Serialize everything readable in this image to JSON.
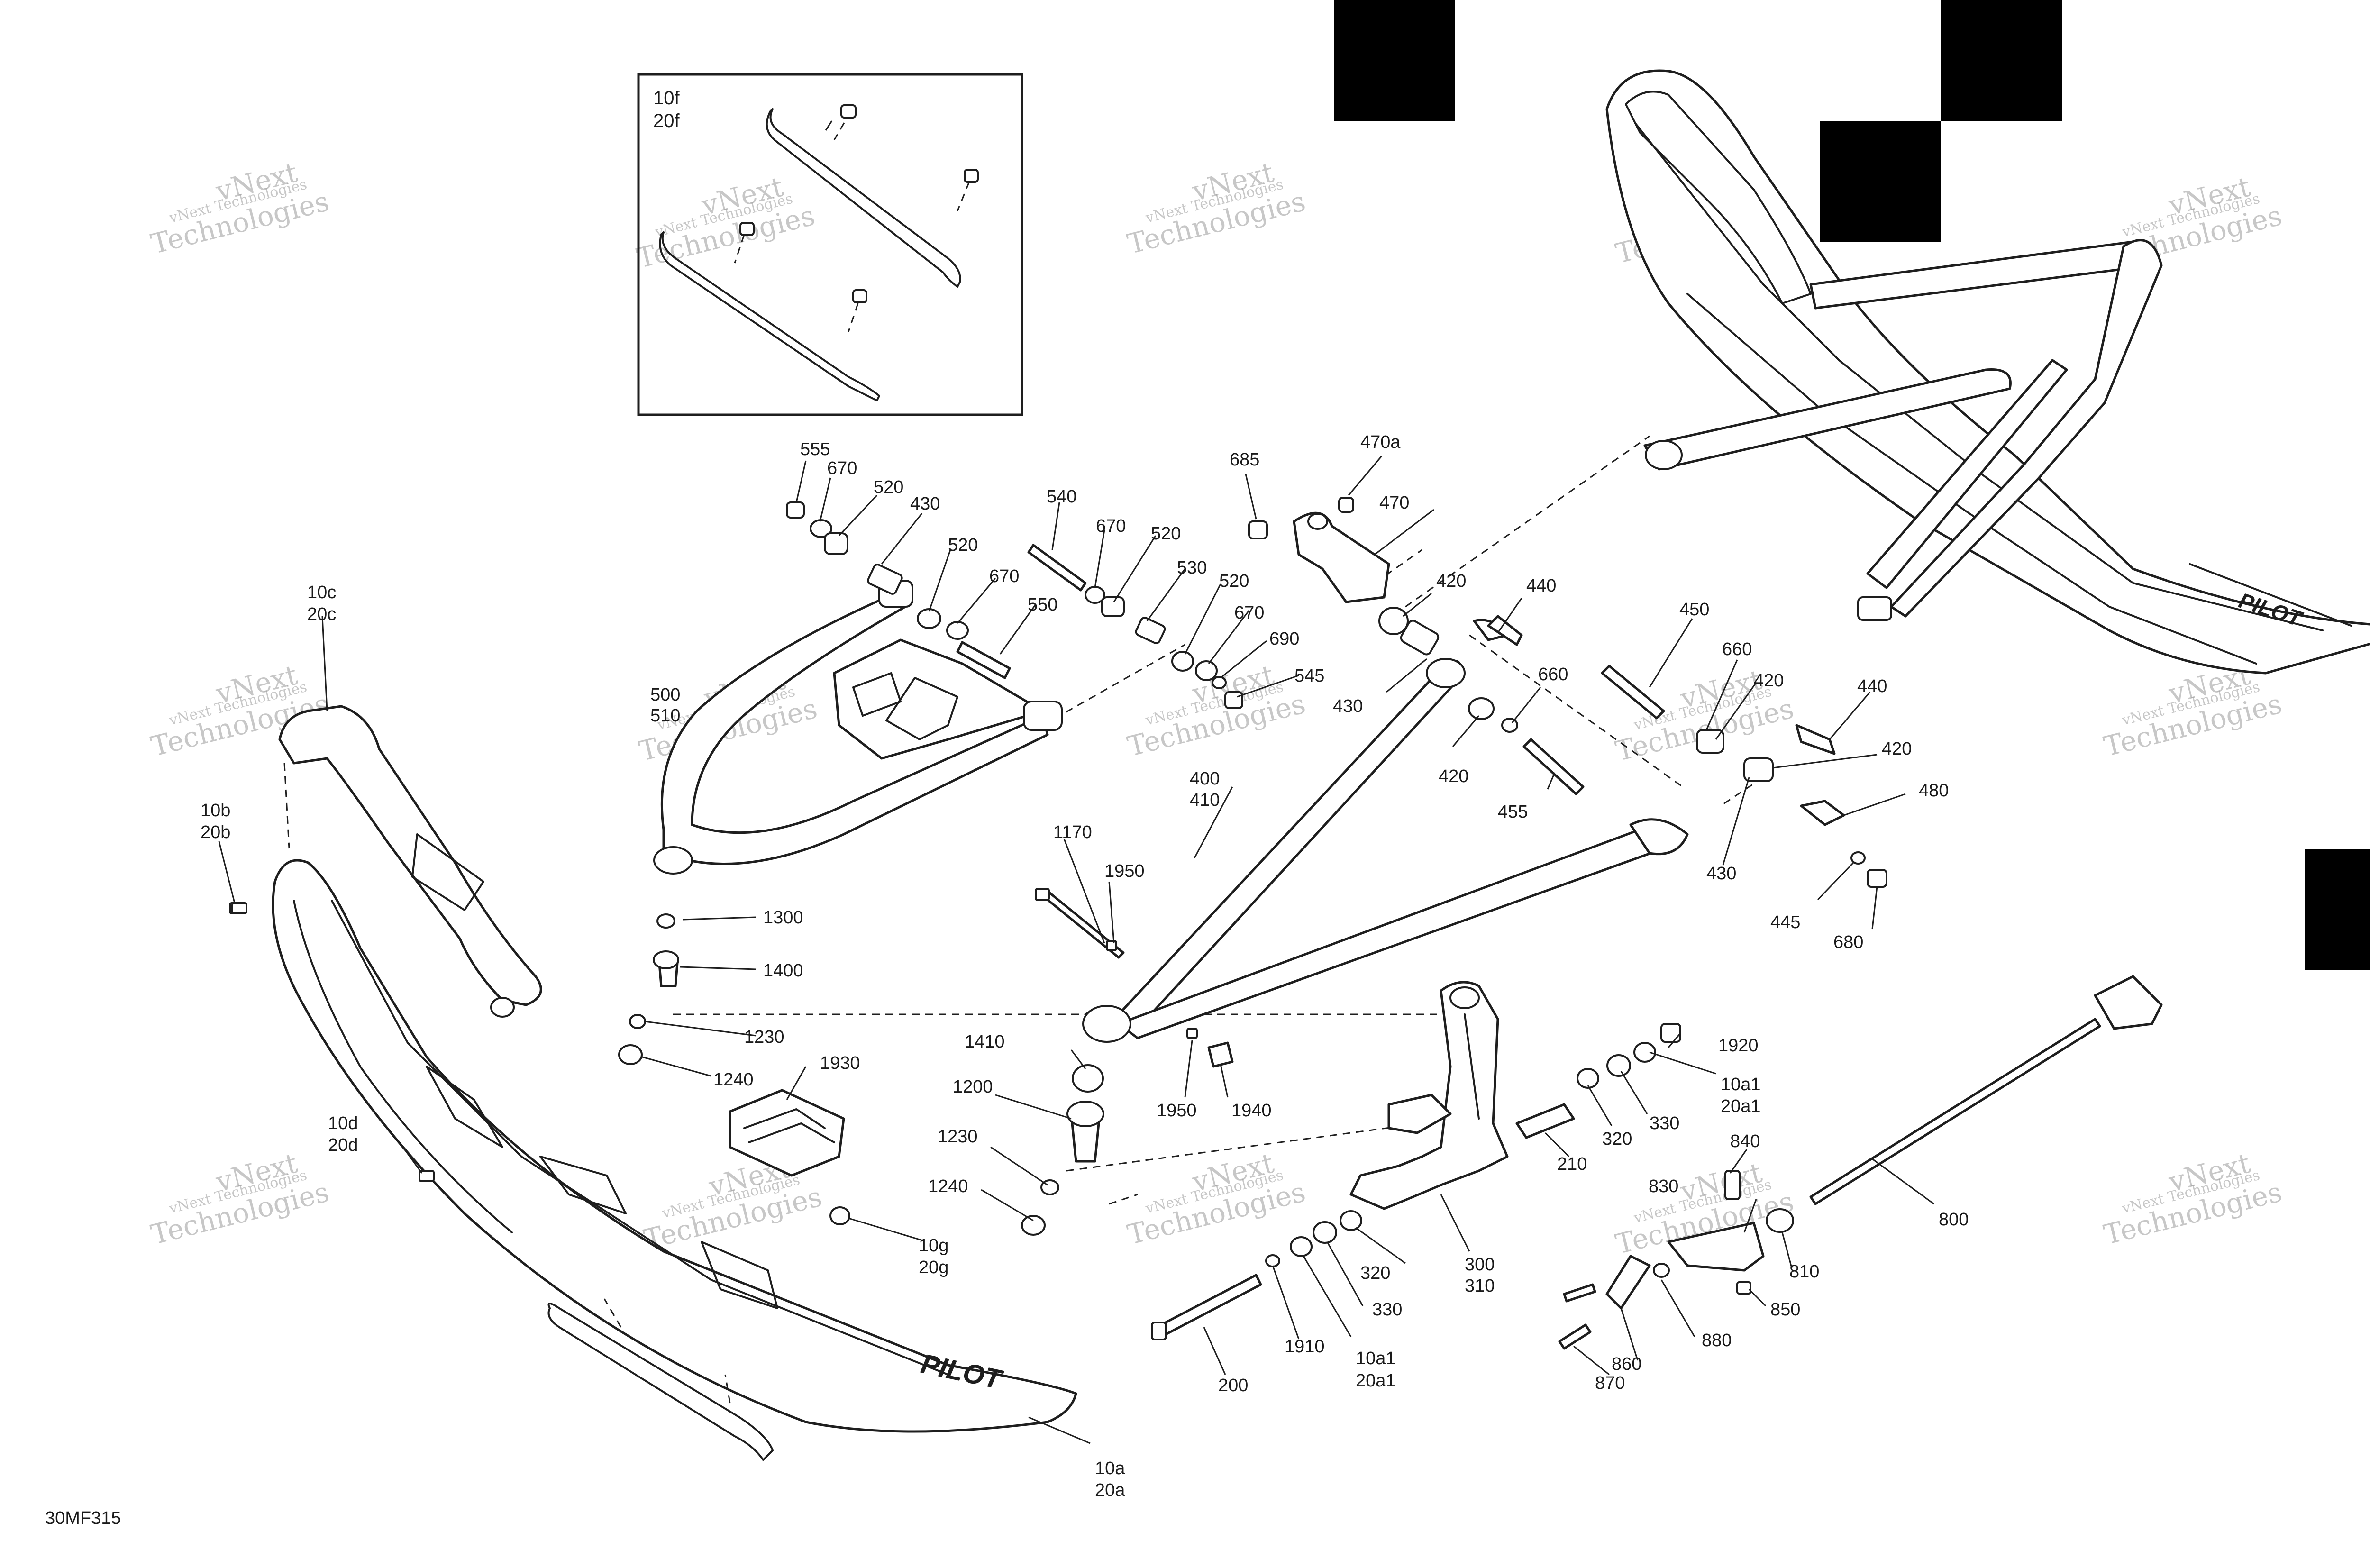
{
  "figure_code": "30MF315",
  "watermark": {
    "line1": "vNext",
    "line2": "Technologies",
    "combined": "vNext Technologies"
  },
  "inset_labels": [
    "10f",
    "20f"
  ],
  "callouts": {
    "c555": "555",
    "c670a": "670",
    "c520a": "520",
    "c430a": "430",
    "c520b": "520",
    "c670b": "670",
    "c550": "550",
    "c540": "540",
    "c670c": "670",
    "c520c": "520",
    "c530": "530",
    "c520d": "520",
    "c670d": "670",
    "c690": "690",
    "c545": "545",
    "c685": "685",
    "c470a": "470a",
    "c470": "470",
    "c420a": "420",
    "c440a": "440",
    "c430b": "430",
    "c420b": "420",
    "c660a": "660",
    "c455": "455",
    "c450": "450",
    "c660b": "660",
    "c420c": "420",
    "c440b": "440",
    "c420d": "420",
    "c480": "480",
    "c430c": "430",
    "c445": "445",
    "c680": "680",
    "c500": "500",
    "c510": "510",
    "c10c": "10c",
    "c20c": "20c",
    "c10b": "10b",
    "c20b": "20b",
    "c400": "400",
    "c410": "410",
    "c1170": "1170",
    "c1950a": "1950",
    "c1950b": "1950",
    "c1940": "1940",
    "c1300": "1300",
    "c1400": "1400",
    "c1230a": "1230",
    "c1240a": "1240",
    "c1930": "1930",
    "c1410": "1410",
    "c1200": "1200",
    "c1230b": "1230",
    "c1240b": "1240",
    "c10d": "10d",
    "c20d": "20d",
    "c10g": "10g",
    "c20g": "20g",
    "c10a": "10a",
    "c20a": "20a",
    "c1920": "1920",
    "c10a1a": "10a1",
    "c20a1a": "20a1",
    "c330a": "330",
    "c320a": "320",
    "c210": "210",
    "c300": "300",
    "c310": "310",
    "c320b": "320",
    "c330b": "330",
    "c1910": "1910",
    "c10a1b": "10a1",
    "c20a1b": "20a1",
    "c200": "200",
    "c840": "840",
    "c830": "830",
    "c810": "810",
    "c800": "800",
    "c850": "850",
    "c880": "880",
    "c860": "860",
    "c870": "870"
  }
}
